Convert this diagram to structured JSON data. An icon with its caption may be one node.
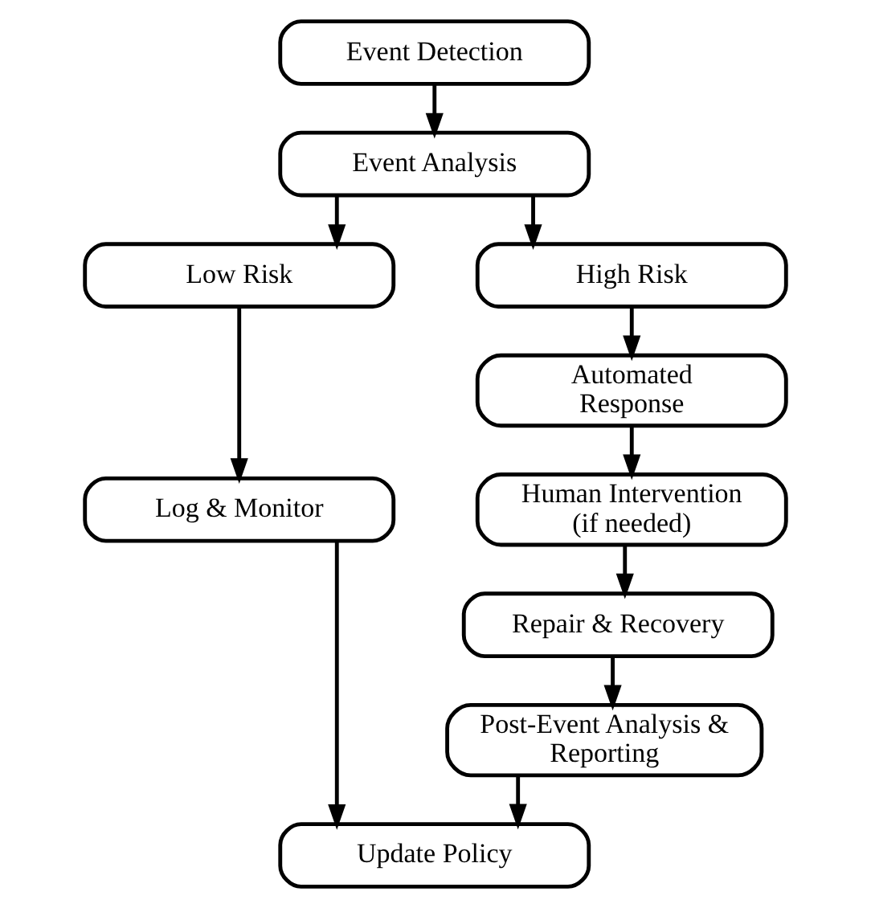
{
  "diagram": {
    "nodes": [
      {
        "text": [
          "Event Detection"
        ]
      },
      {
        "text": [
          "Event Analysis"
        ]
      },
      {
        "text": [
          "Low Risk"
        ]
      },
      {
        "text": [
          "High Risk"
        ]
      },
      {
        "text": [
          "Log & Monitor"
        ]
      },
      {
        "text": [
          "Automated Response"
        ]
      },
      {
        "text": [
          "Human Intervention (if needed)"
        ]
      },
      {
        "text": [
          "Repair & Recovery"
        ]
      },
      {
        "text": [
          "Post-Event Analysis & Reporting"
        ]
      },
      {
        "text": [
          "Update Policy"
        ]
      }
    ],
    "edges": [
      {
        "from": 0,
        "to": 1,
        "arrow": "to"
      },
      {
        "from": 1,
        "to": 2,
        "arrow": "to"
      },
      {
        "from": 1,
        "to": 3,
        "arrow": "to"
      },
      {
        "from": 2,
        "to": 4,
        "arrow": "to"
      },
      {
        "from": 3,
        "to": 5,
        "arrow": "to"
      },
      {
        "from": 5,
        "to": 6,
        "arrow": "to"
      },
      {
        "from": 6,
        "to": 7,
        "arrow": "to"
      },
      {
        "from": 7,
        "to": 8,
        "arrow": "to"
      },
      {
        "from": 4,
        "to": 9,
        "arrow": "to"
      },
      {
        "from": 8,
        "to": 9,
        "arrow": "to"
      }
    ]
  }
}
